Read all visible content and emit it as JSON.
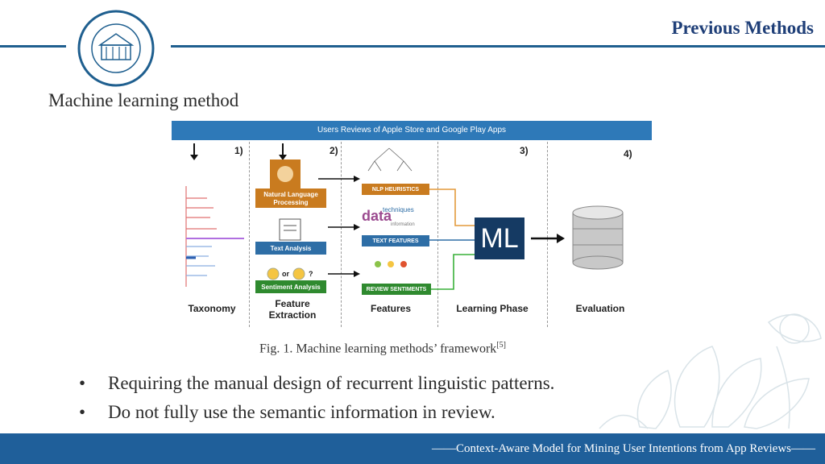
{
  "header": {
    "title": "Previous Methods",
    "accent_color": "#1f5f8f",
    "logo_icon": "university-seal-icon"
  },
  "section": {
    "title": "Machine learning method"
  },
  "figure": {
    "banner": "Users Reviews of Apple Store and Google Play Apps",
    "steps": [
      "1)",
      "2)",
      "3)",
      "4)"
    ],
    "columns": [
      "Taxonomy",
      "Feature Extraction",
      "Features",
      "Learning Phase",
      "Evaluation"
    ],
    "extraction_boxes": [
      "Natural Language Processing",
      "Text Analysis",
      "Sentiment Analysis"
    ],
    "sentiment_row": {
      "or": "or",
      "question": "?"
    },
    "feature_boxes": [
      "NLP HEURISTICS",
      "TEXT FEATURES",
      "REVIEW SENTIMENTS"
    ],
    "wordcloud": {
      "big": "data",
      "small": "techniques",
      "tiny": "information"
    },
    "ml_label": "ML",
    "caption": "Fig. 1. Machine learning methods’ framework",
    "caption_ref": "[5]"
  },
  "bullets": [
    "Requiring the manual design of recurrent linguistic patterns.",
    "Do not fully use the semantic information in review."
  ],
  "bullet_marker": "•",
  "footer": {
    "text": "——Context-Aware Model for Mining User Intentions from App Reviews——",
    "bg_color": "#1f5f9a"
  }
}
